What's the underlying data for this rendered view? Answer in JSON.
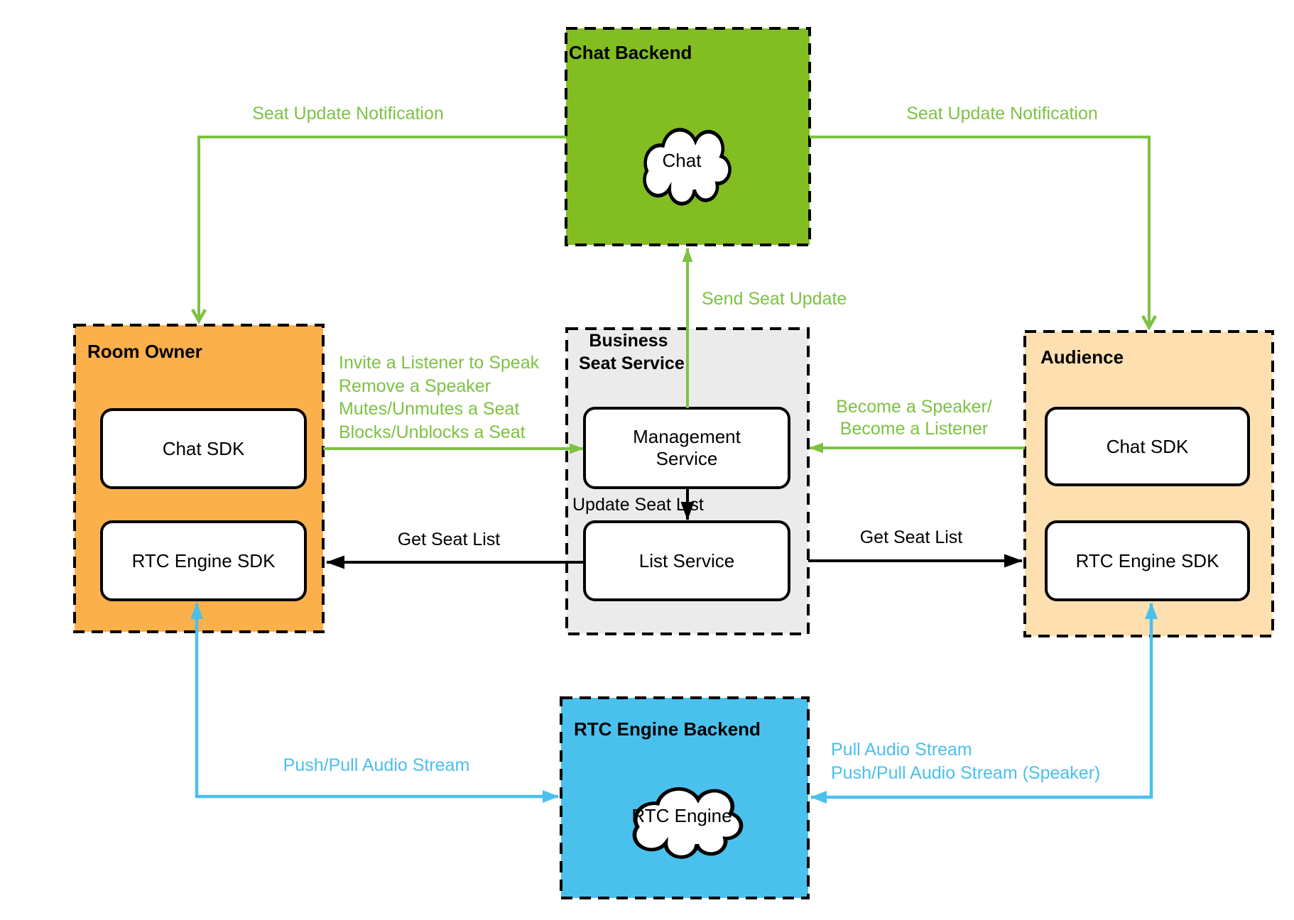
{
  "colors": {
    "green_fill": "#82BE22",
    "green_accent": "#7DC242",
    "orange_fill": "#FBB04B",
    "peach_fill": "#FDDFB0",
    "gray_fill": "#EBEBEB",
    "blue_fill": "#4AC1ED",
    "blue_accent": "#4BBFED",
    "line_black": "#000000"
  },
  "chat_backend": {
    "title": "Chat Backend",
    "cloud_label": "Chat"
  },
  "room_owner": {
    "title": "Room Owner",
    "chat_sdk": "Chat SDK",
    "rtc_sdk": "RTC Engine SDK"
  },
  "business_seat_service": {
    "title_line1": "Business",
    "title_line2": "Seat Service",
    "management": "Management Service",
    "list": "List Service"
  },
  "audience": {
    "title": "Audience",
    "chat_sdk": "Chat SDK",
    "rtc_sdk": "RTC Engine SDK"
  },
  "rtc_backend": {
    "title": "RTC Engine Backend",
    "cloud_label": "RTC Engine"
  },
  "labels": {
    "seat_update_left": "Seat Update Notification",
    "seat_update_right": "Seat Update Notification",
    "send_seat_update": "Send Seat Update",
    "owner_actions_line1": "Invite a Listener to Speak",
    "owner_actions_line2": "Remove a Speaker",
    "owner_actions_line3": "Mutes/Unmutes a Seat",
    "owner_actions_line4": "Blocks/Unblocks a Seat",
    "become_line1": "Become a Speaker/",
    "become_line2": "Become a Listener",
    "update_seat_list": "Update Seat List",
    "get_seat_list_left": "Get Seat List",
    "get_seat_list_right": "Get Seat List",
    "push_pull_left": "Push/Pull Audio Stream",
    "pull_audio": "Pull Audio Stream",
    "push_pull_speaker": "Push/Pull Audio Stream (Speaker)"
  }
}
